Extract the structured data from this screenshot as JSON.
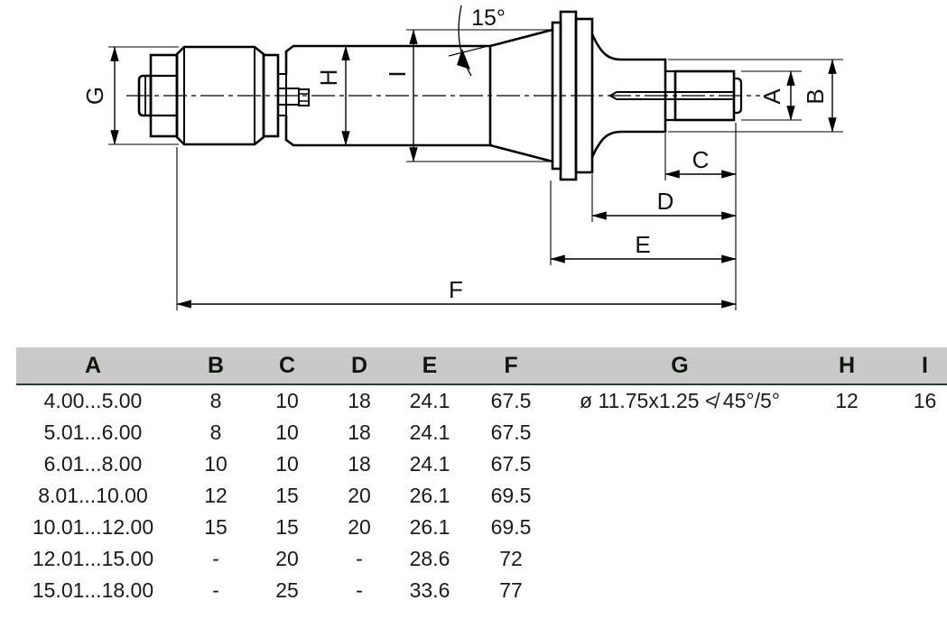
{
  "drawing": {
    "labels": {
      "a": "A",
      "b": "B",
      "c": "C",
      "d": "D",
      "e": "E",
      "f": "F",
      "g": "G",
      "h": "H",
      "i": "I"
    },
    "angle_label": "15°",
    "description": "Technical side-view drawing of a back-countersink tool with clamping nut, cylindrical body, 15-degree taper, flange, neck, threaded pilot tip and dimension lines A-I"
  },
  "table": {
    "headers": [
      "A",
      "B",
      "C",
      "D",
      "E",
      "F",
      "G",
      "H",
      "I"
    ],
    "rows": [
      [
        "4.00...5.00",
        "8",
        "10",
        "18",
        "24.1",
        "67.5",
        "ø 11.75x1.25 ≮ 45°/5°",
        "12",
        "16"
      ],
      [
        "5.01...6.00",
        "8",
        "10",
        "18",
        "24.1",
        "67.5",
        "",
        "",
        ""
      ],
      [
        "6.01...8.00",
        "10",
        "10",
        "18",
        "24.1",
        "67.5",
        "",
        "",
        ""
      ],
      [
        "8.01...10.00",
        "12",
        "15",
        "20",
        "26.1",
        "69.5",
        "",
        "",
        ""
      ],
      [
        "10.01...12.00",
        "15",
        "15",
        "20",
        "26.1",
        "69.5",
        "",
        "",
        ""
      ],
      [
        "12.01...15.00",
        "-",
        "20",
        "-",
        "28.6",
        "72",
        "",
        "",
        ""
      ],
      [
        "15.01...18.00",
        "-",
        "25",
        "-",
        "33.6",
        "77",
        "",
        "",
        ""
      ]
    ]
  },
  "colors": {
    "line": "#000000",
    "header_bg": "#c9c9c9",
    "header_rule": "#224422",
    "background": "#ffffff"
  }
}
